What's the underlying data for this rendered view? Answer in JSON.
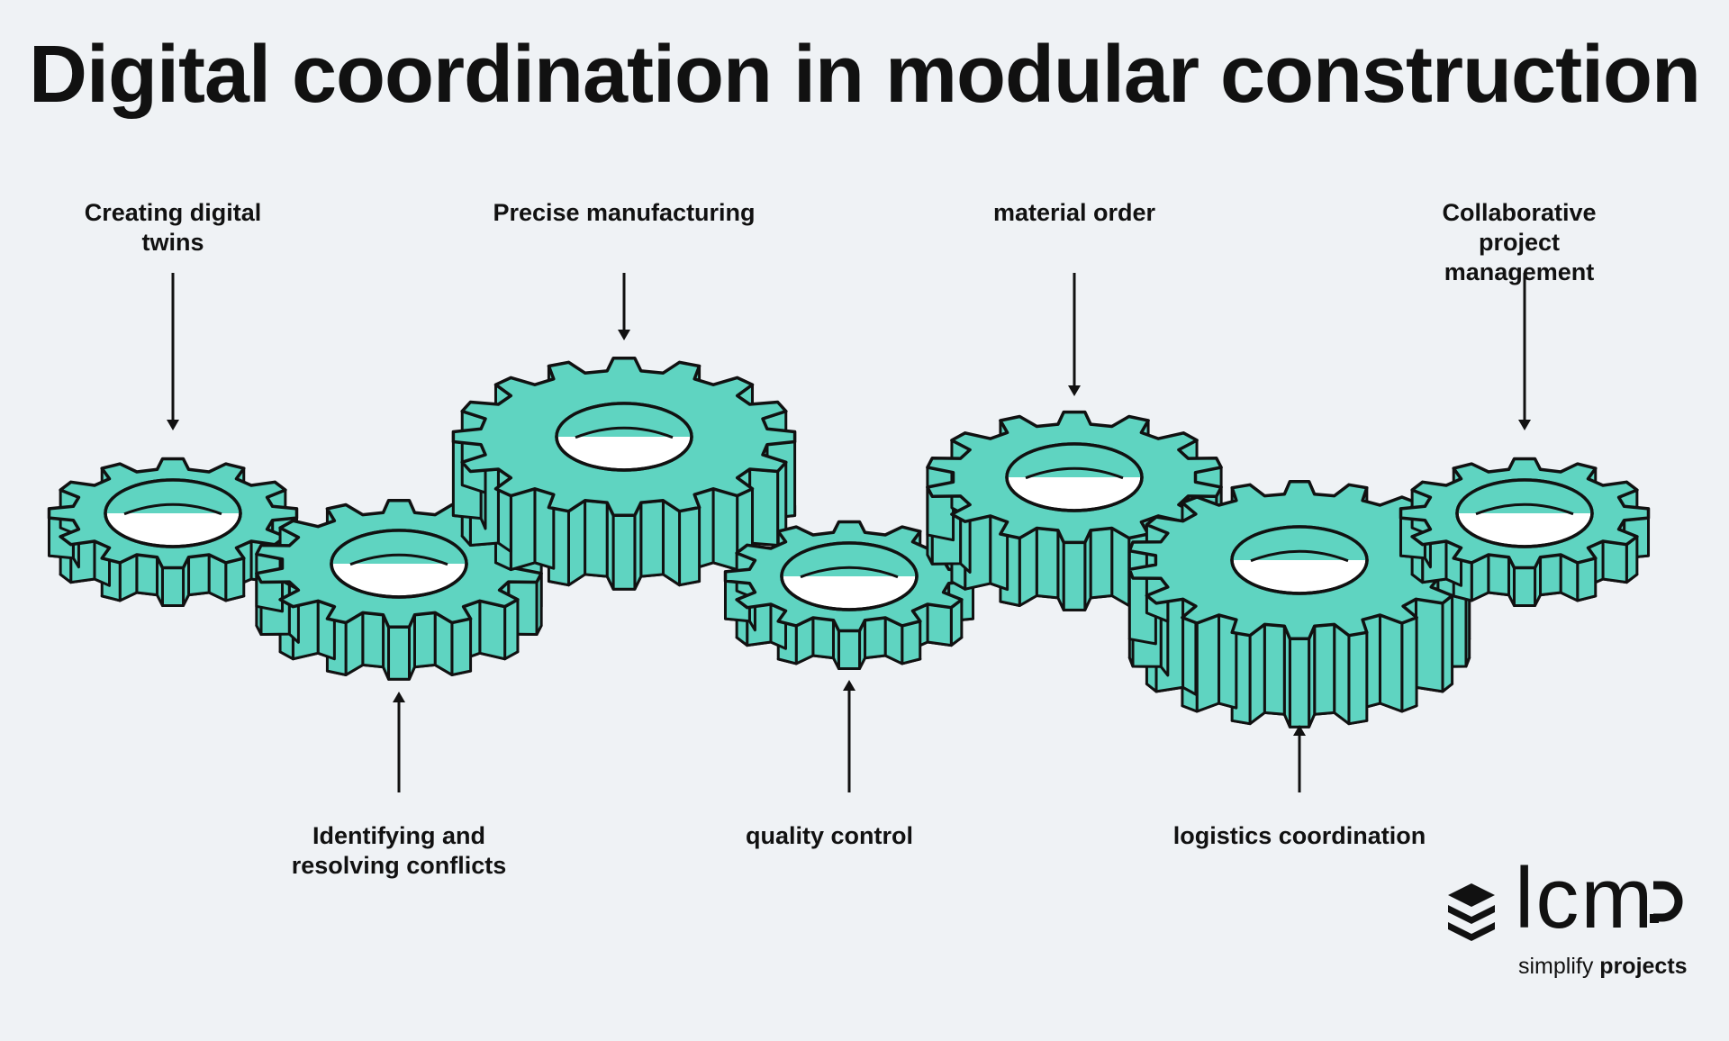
{
  "title": "Digital coordination in modular construction",
  "colors": {
    "gear": "#5fd4c1",
    "stroke": "#111111",
    "background": "#eff2f5"
  },
  "labels": [
    {
      "id": "digital-twins",
      "text": "Creating digital\ntwins"
    },
    {
      "id": "manufacturing",
      "text": "Precise manufacturing"
    },
    {
      "id": "material-order",
      "text": "material order"
    },
    {
      "id": "project-management",
      "text": "Collaborative project\nmanagement"
    },
    {
      "id": "conflicts",
      "text": "Identifying and\nresolving conflicts"
    },
    {
      "id": "quality-control",
      "text": "quality control"
    },
    {
      "id": "logistics",
      "text": "logistics coordination"
    }
  ],
  "logo": {
    "icon": "stacked-layers-icon",
    "wordmark": "lcm",
    "tagline_regular": "simplify",
    "tagline_bold": "projects"
  }
}
